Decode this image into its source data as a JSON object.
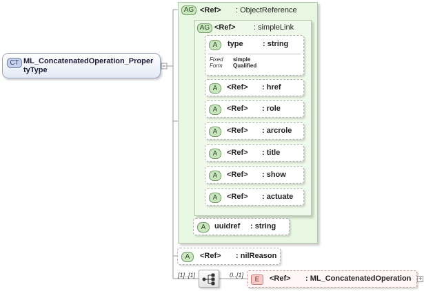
{
  "complex_type": {
    "badge": "CT",
    "name_line1": "ML_ConcatenatedOperation_Proper",
    "name_line2": "tyType"
  },
  "outer_group": {
    "badge": "AG",
    "ref": "<Ref>",
    "type": ": ObjectReference"
  },
  "inner_group": {
    "badge": "AG",
    "ref": "<Ref>",
    "type": ": simpleLink"
  },
  "type_attribute": {
    "badge": "A",
    "name": "type",
    "type": ": string",
    "fixed_label": "Fixed",
    "fixed_value": "simple",
    "form_label": "Form",
    "form_value": "Qualified"
  },
  "link_attributes": [
    {
      "badge": "A",
      "ref": "<Ref>",
      "name": ": href"
    },
    {
      "badge": "A",
      "ref": "<Ref>",
      "name": ": role"
    },
    {
      "badge": "A",
      "ref": "<Ref>",
      "name": ": arcrole"
    },
    {
      "badge": "A",
      "ref": "<Ref>",
      "name": ": title"
    },
    {
      "badge": "A",
      "ref": "<Ref>",
      "name": ": show"
    },
    {
      "badge": "A",
      "ref": "<Ref>",
      "name": ": actuate"
    }
  ],
  "uuidref_attribute": {
    "badge": "A",
    "name": "uuidref",
    "type": ": string"
  },
  "nilreason_attribute": {
    "badge": "A",
    "ref": "<Ref>",
    "name": ": nilReason"
  },
  "sequence": {
    "multiplicity": "[1]..[1]"
  },
  "element": {
    "badge": "E",
    "multiplicity": "0..[1]",
    "ref": "<Ref>",
    "name": ": ML_ConcatenatedOperation",
    "expand": "+"
  }
}
